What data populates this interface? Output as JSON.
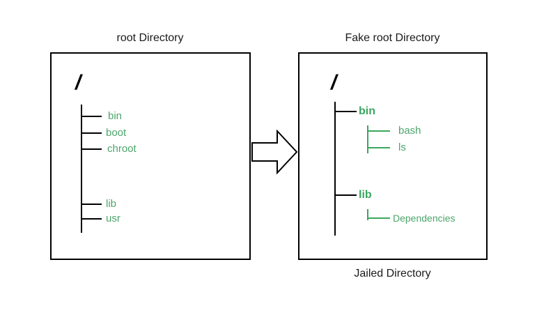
{
  "diagram": {
    "title_left": "root Directory",
    "title_right": "Fake root Directory",
    "caption_bottom": "Jailed Directory",
    "colors": {
      "stroke": "#000000",
      "green_regular": "#4CA56B",
      "green_bold": "#3AA75F",
      "background": "#FFFFFF"
    },
    "arrow": {
      "name": "right-block-arrow",
      "direction": "right"
    }
  },
  "left_panel": {
    "root_label": "/",
    "items": [
      {
        "label": "bin",
        "bold": false
      },
      {
        "label": "boot",
        "bold": false
      },
      {
        "label": "chroot",
        "bold": false
      },
      {
        "label": "lib",
        "bold": false
      },
      {
        "label": "usr",
        "bold": false
      }
    ]
  },
  "right_panel": {
    "root_label": "/",
    "items": [
      {
        "label": "bin",
        "bold": true,
        "children": [
          {
            "label": "bash",
            "bold": false
          },
          {
            "label": "ls",
            "bold": false
          }
        ]
      },
      {
        "label": "lib",
        "bold": true,
        "children": [
          {
            "label": "Dependencies",
            "bold": false
          }
        ]
      }
    ]
  }
}
